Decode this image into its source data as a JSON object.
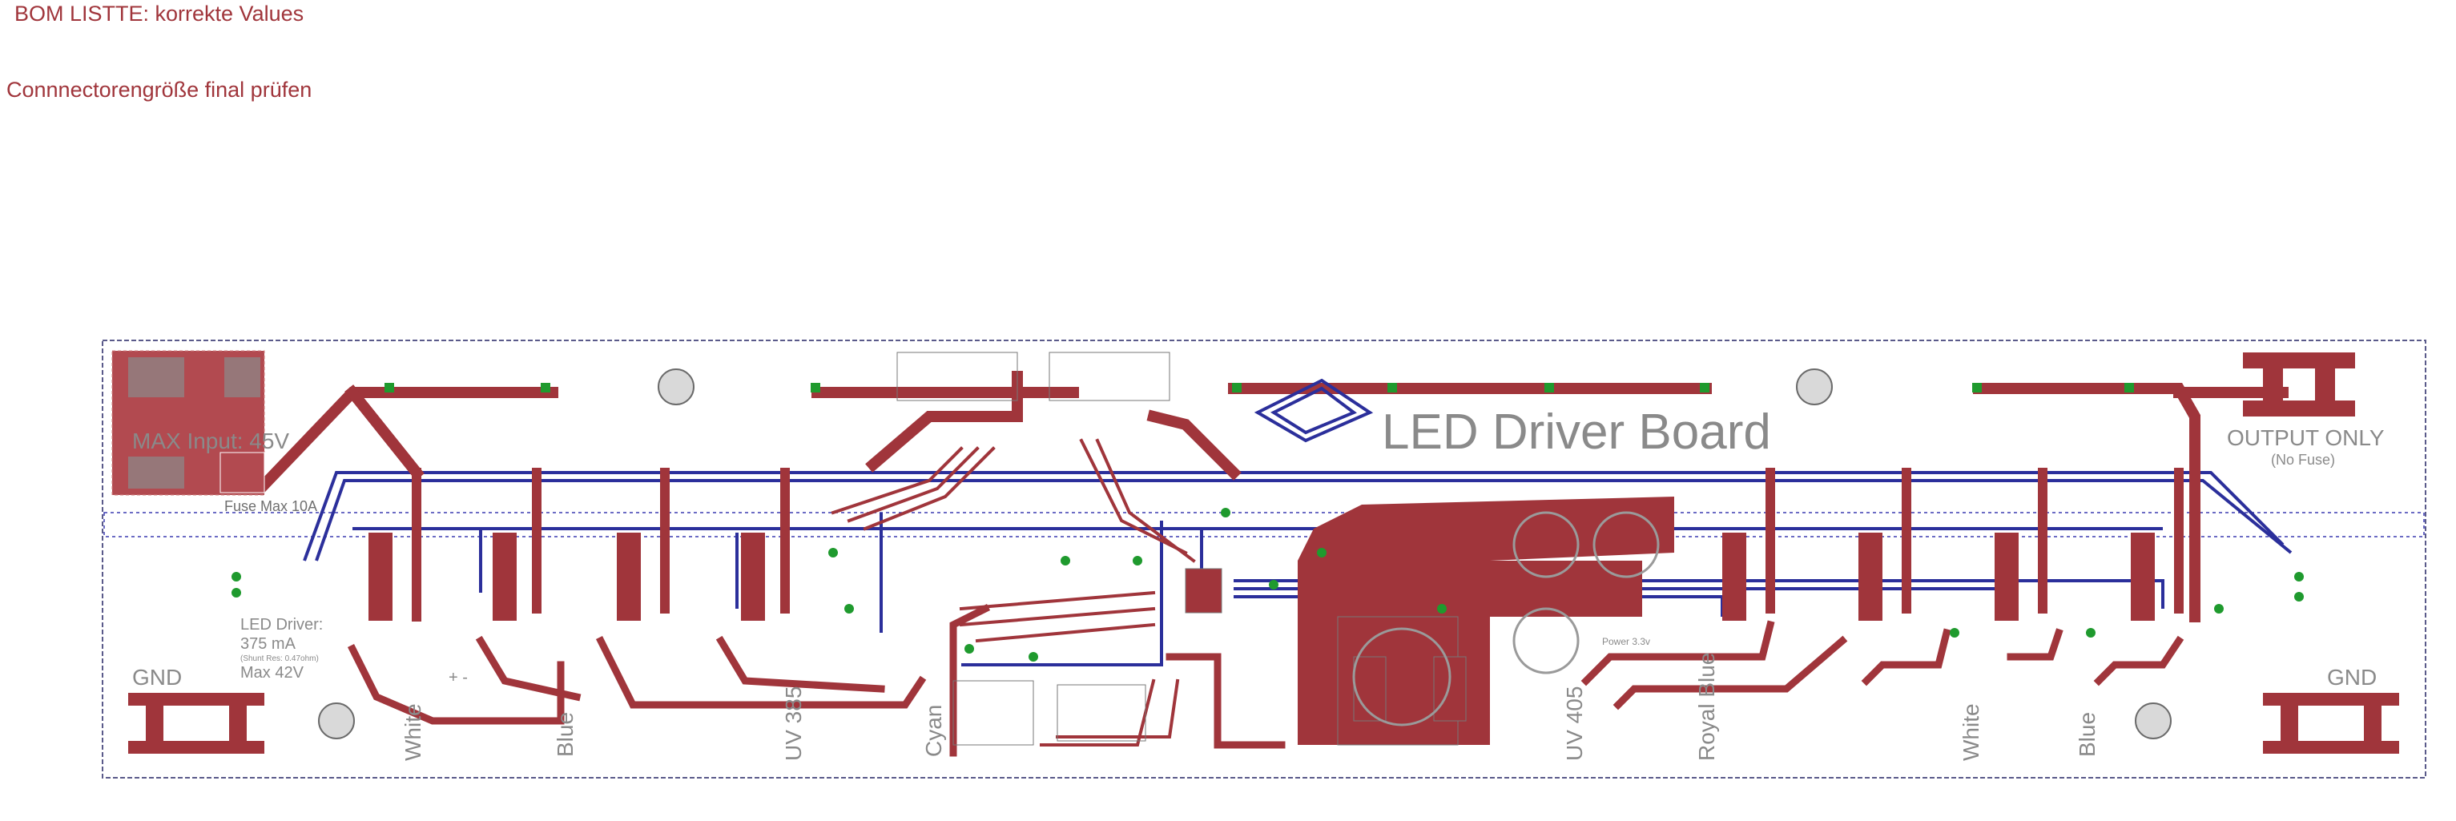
{
  "notes": [
    "BOM LISTTE: korrekte Values",
    "Connnectorengröße final prüfen"
  ],
  "board": {
    "title": "LED Driver Board",
    "max_input": "MAX Input: 45V",
    "fuse": "Fuse Max 10A",
    "output_only": "OUTPUT ONLY",
    "no_fuse": "(No Fuse)",
    "gnd_left": "GND",
    "gnd_right": "GND",
    "driver_line1": "LED Driver:",
    "driver_line2": "375 mA",
    "driver_line3": "(Shunt Res: 0.47ohm)",
    "driver_line4": "Max 42V",
    "plus_minus": "+  -",
    "power_label": "Power 3.3v",
    "channels": [
      "White",
      "Blue",
      "UV 385",
      "Cyan",
      "UV 405",
      "Royal Blue",
      "White",
      "Blue"
    ]
  },
  "colors": {
    "trace_top": "#a0353b",
    "trace_bottom": "#2b2f9b",
    "via": "#1f9a2e",
    "silkscreen": "#8a8a8a",
    "outline": "#5a5a8a"
  }
}
